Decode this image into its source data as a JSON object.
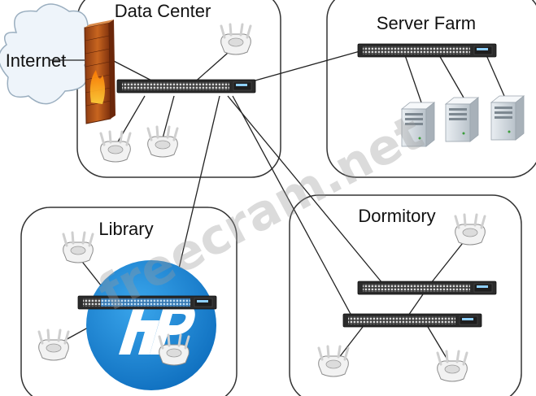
{
  "zones": {
    "data_center": "Data Center",
    "server_farm": "Server Farm",
    "library": "Library",
    "dormitory": "Dormitory"
  },
  "internet_label": "Internet",
  "watermark_text": "freecram.net",
  "colors": {
    "zone_border": "#333333",
    "switch_body": "#2b2b2b",
    "link": "#222222",
    "hp_blue": "#1e8fdc",
    "firewall": "#b5541c"
  },
  "icons": {
    "cloud": "internet-cloud-icon",
    "firewall": "firewall-icon",
    "switch": "network-switch-icon",
    "access_point": "wireless-access-point-icon",
    "server": "tower-server-icon",
    "logo": "hp-logo-icon"
  }
}
